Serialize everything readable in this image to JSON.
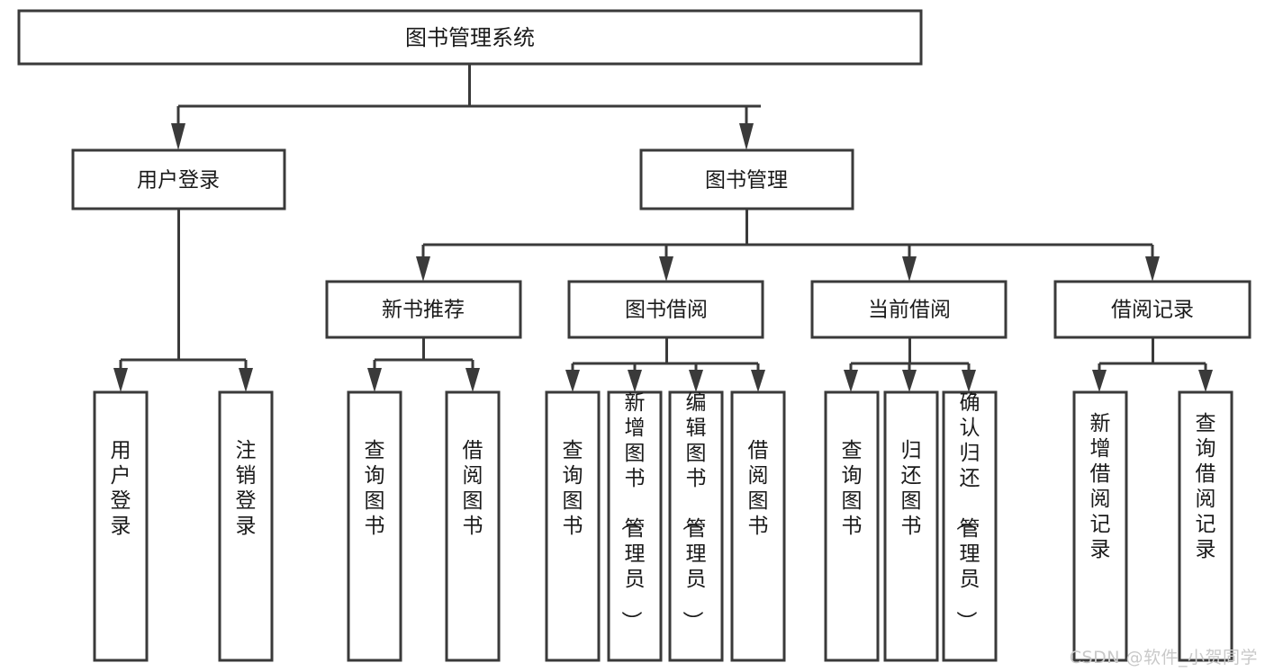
{
  "diagram": {
    "type": "tree-hierarchy",
    "title": "图书管理系统",
    "watermark": "CSDN @软件_小贺同学",
    "colors": {
      "stroke": "#3a3a3a",
      "fill": "#ffffff",
      "text": "#1a1a1a",
      "watermark": "#c9c9c9"
    },
    "levels": {
      "root": {
        "label": "图书管理系统"
      },
      "level2": [
        {
          "label": "用户登录"
        },
        {
          "label": "图书管理"
        }
      ],
      "level3": [
        {
          "label": "新书推荐"
        },
        {
          "label": "图书借阅"
        },
        {
          "label": "当前借阅"
        },
        {
          "label": "借阅记录"
        }
      ],
      "leaves": {
        "user_login": [
          {
            "label": "用户登录"
          },
          {
            "label": "注销登录"
          }
        ],
        "new_book_recommend": [
          {
            "label": "查询图书"
          },
          {
            "label": "借阅图书"
          }
        ],
        "book_borrow": [
          {
            "label": "查询图书"
          },
          {
            "label": "新增图书（管理员）"
          },
          {
            "label": "编辑图书（管理员）"
          },
          {
            "label": "借阅图书"
          }
        ],
        "current_borrow": [
          {
            "label": "查询图书"
          },
          {
            "label": "归还图书"
          },
          {
            "label": "确认归还（管理员）"
          }
        ],
        "borrow_record": [
          {
            "label": "新增借阅记录"
          },
          {
            "label": "查询借阅记录"
          }
        ]
      }
    },
    "tree_structure": {
      "图书管理系统": {
        "用户登录": [
          "用户登录",
          "注销登录"
        ],
        "图书管理": {
          "新书推荐": [
            "查询图书",
            "借阅图书"
          ],
          "图书借阅": [
            "查询图书",
            "新增图书（管理员）",
            "编辑图书（管理员）",
            "借阅图书"
          ],
          "当前借阅": [
            "查询图书",
            "归还图书",
            "确认归还（管理员）"
          ],
          "借阅记录": [
            "新增借阅记录",
            "查询借阅记录"
          ]
        }
      }
    }
  }
}
